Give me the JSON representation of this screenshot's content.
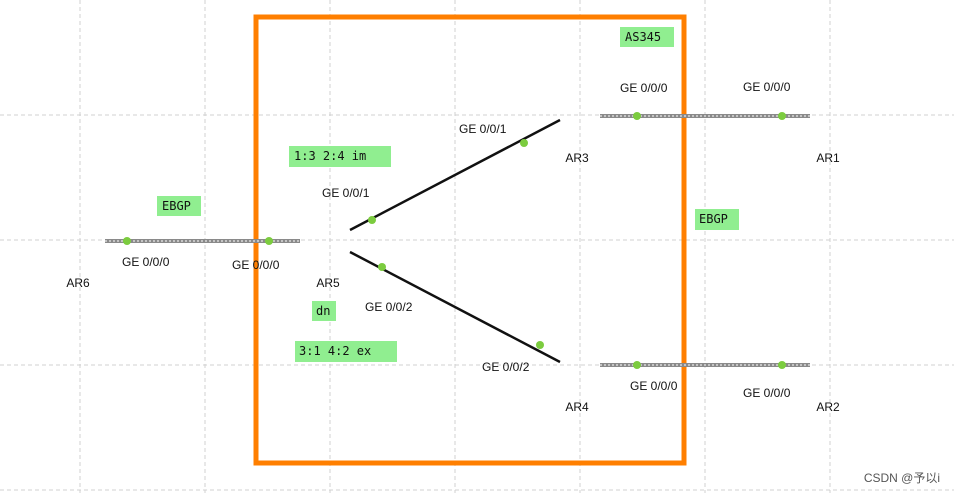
{
  "routers": [
    {
      "id": "AR6",
      "label": "AR6"
    },
    {
      "id": "AR5",
      "label": "AR5"
    },
    {
      "id": "AR3",
      "label": "AR3"
    },
    {
      "id": "AR4",
      "label": "AR4"
    },
    {
      "id": "AR1",
      "label": "AR1"
    },
    {
      "id": "AR2",
      "label": "AR2"
    }
  ],
  "links": [
    {
      "from": "AR6",
      "to": "AR5",
      "from_port": "GE 0/0/0",
      "to_port": "GE 0/0/0"
    },
    {
      "from": "AR5",
      "to": "AR3",
      "from_port": "GE 0/0/1",
      "to_port": "GE 0/0/1"
    },
    {
      "from": "AR5",
      "to": "AR4",
      "from_port": "GE 0/0/2",
      "to_port": "GE 0/0/2"
    },
    {
      "from": "AR3",
      "to": "AR1",
      "from_port": "GE 0/0/0",
      "to_port": "GE 0/0/0"
    },
    {
      "from": "AR4",
      "to": "AR2",
      "from_port": "GE 0/0/0",
      "to_port": "GE 0/0/0"
    }
  ],
  "notes": {
    "as_label": "AS345",
    "ebgp_left": "EBGP",
    "ebgp_right": "EBGP",
    "import_tag": "1:3 2:4 im",
    "dn_tag": "dn",
    "export_tag": "3:1 4:2 ex"
  },
  "colors": {
    "as_border": "#ff7f00",
    "note_bg": "#90ee90",
    "port_dot": "#7ccc3f",
    "router_body": "#4fb3e6"
  },
  "watermark": "CSDN @予以i"
}
